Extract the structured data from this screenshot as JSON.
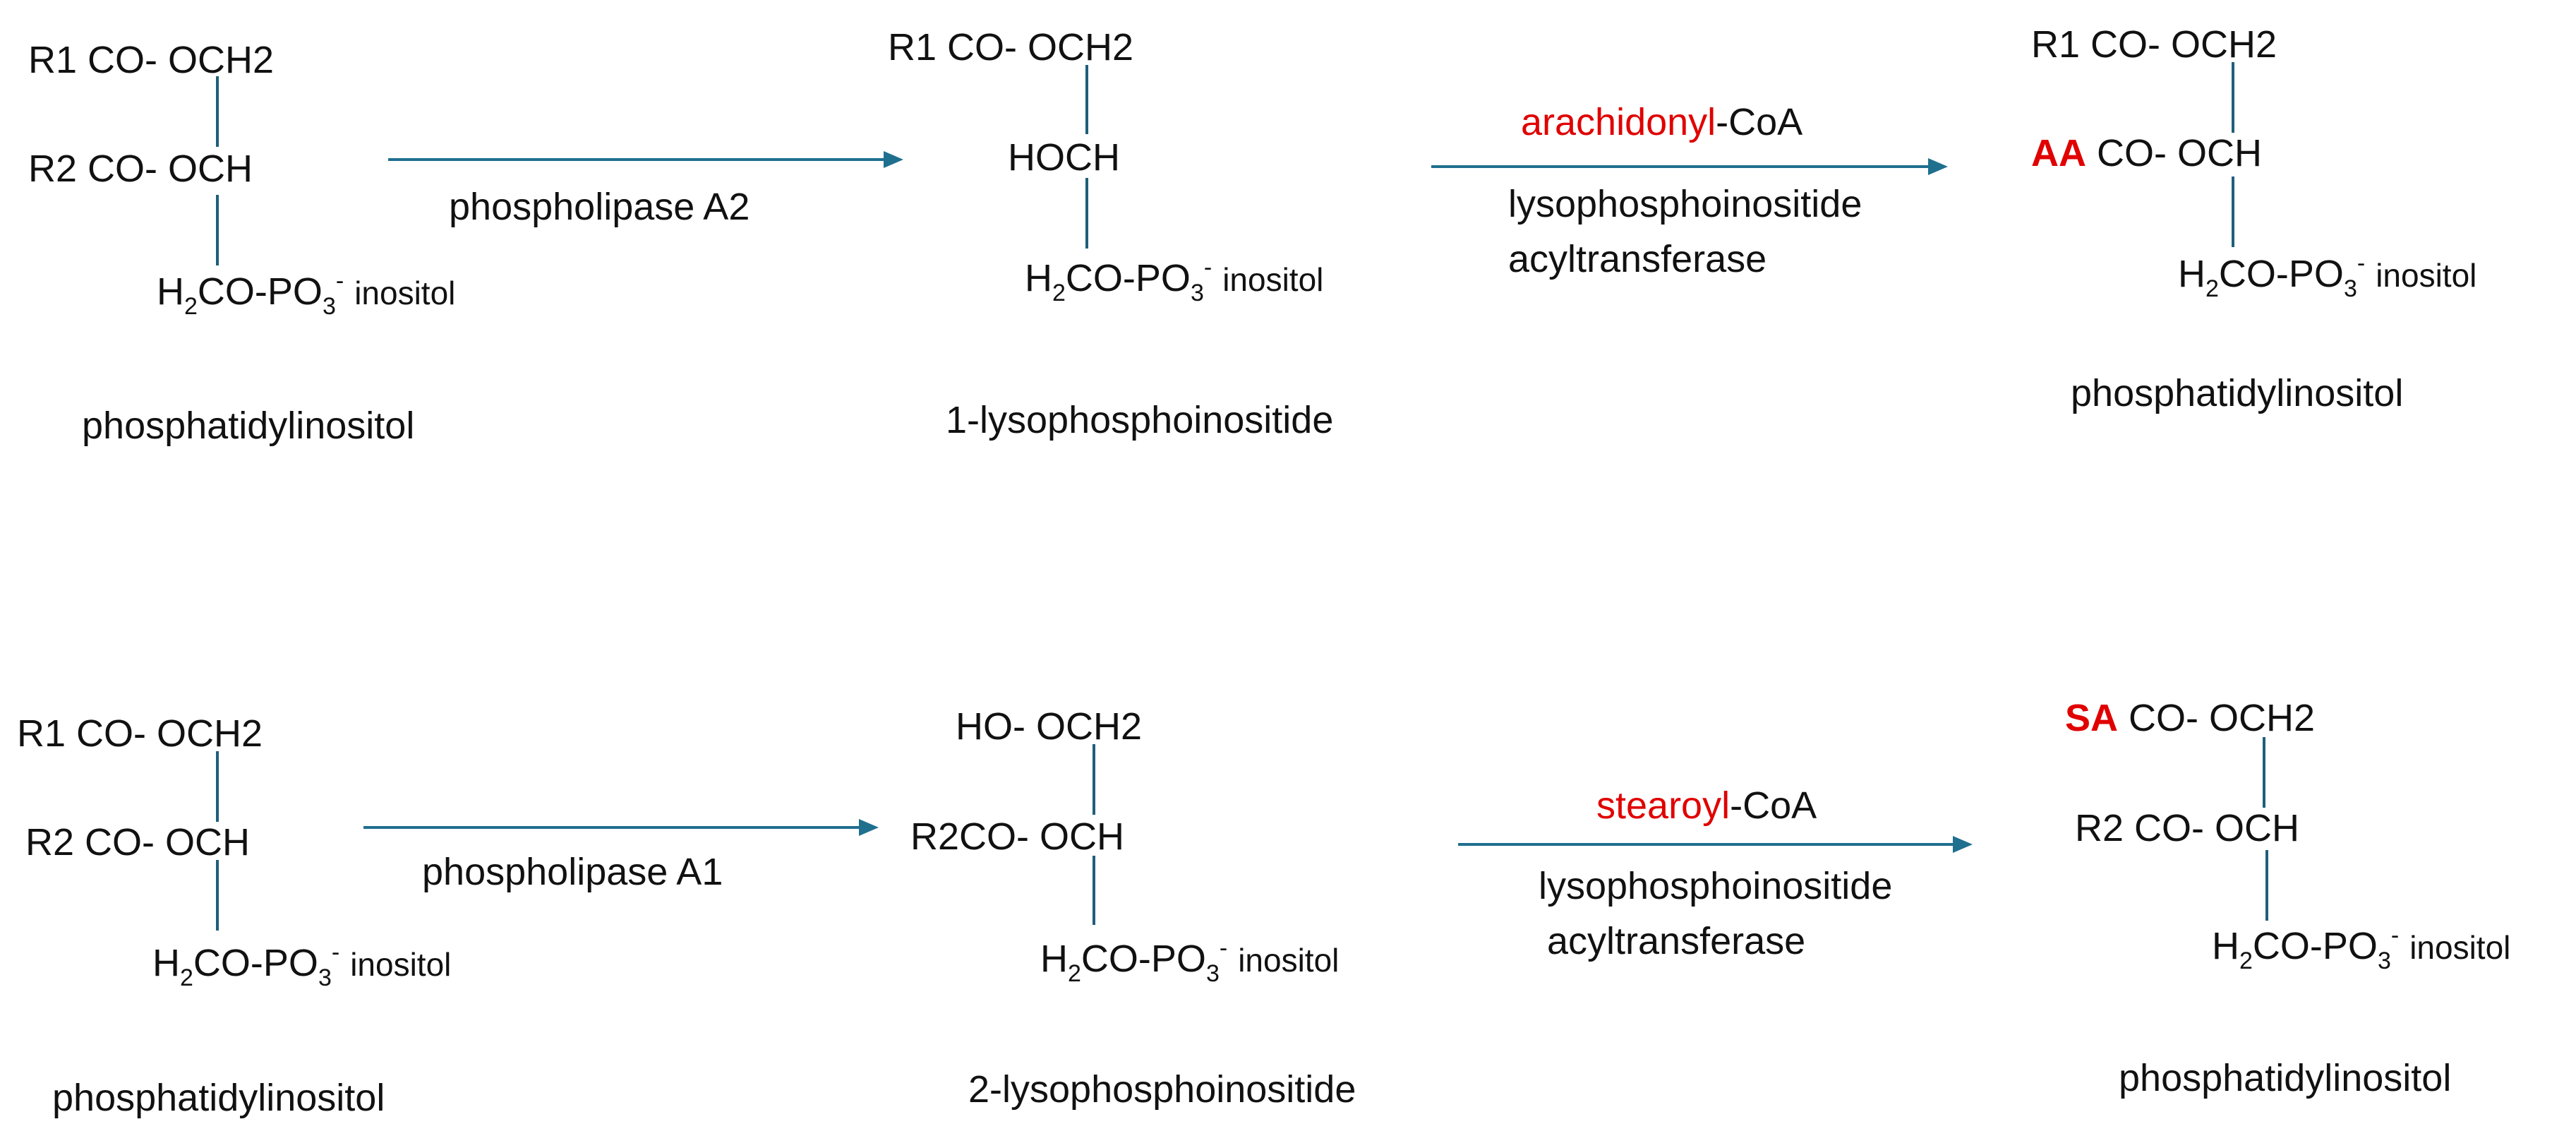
{
  "colors": {
    "bond": "#1f5f7a",
    "arrow": "#1f6f8f",
    "highlight": "#e00000",
    "text": "#111111"
  },
  "top_row": {
    "reactant": {
      "line1": "R1 CO- OCH2",
      "line2": "R2 CO- OCH",
      "phosphate": {
        "h": "H",
        "h_sub": "2",
        "co_po": "CO-PO",
        "po_sub": "3",
        "charge": "-",
        "inositol": "inositol"
      },
      "name": "phosphatidylinositol"
    },
    "step1": {
      "enzyme": "phospholipase A2"
    },
    "intermediate": {
      "line1": "R1 CO- OCH2",
      "line2": "HOCH",
      "phosphate": {
        "h": "H",
        "h_sub": "2",
        "co_po": "CO-PO",
        "po_sub": "3",
        "charge": "-",
        "inositol": "inositol"
      },
      "name": "1-lysophosphoinositide"
    },
    "step2": {
      "substrate_highlight": "arachidonyl",
      "substrate_rest": "-CoA",
      "enzyme_line1": "lysophosphoinositide",
      "enzyme_line2": "acyltransferase"
    },
    "product": {
      "line1": "R1 CO- OCH2",
      "line2_prefix": "AA",
      "line2_rest": " CO- OCH",
      "phosphate": {
        "h": "H",
        "h_sub": "2",
        "co_po": "CO-PO",
        "po_sub": "3",
        "charge": "-",
        "inositol": "inositol"
      },
      "name": "phosphatidylinositol"
    }
  },
  "bottom_row": {
    "reactant": {
      "line1": "R1 CO- OCH2",
      "line2": "R2 CO- OCH",
      "phosphate": {
        "h": "H",
        "h_sub": "2",
        "co_po": "CO-PO",
        "po_sub": "3",
        "charge": "-",
        "inositol": "inositol"
      },
      "name": "phosphatidylinositol"
    },
    "step1": {
      "enzyme": "phospholipase A1"
    },
    "intermediate": {
      "line1": "HO- OCH2",
      "line2": "R2CO- OCH",
      "phosphate": {
        "h": "H",
        "h_sub": "2",
        "co_po": "CO-PO",
        "po_sub": "3",
        "charge": "-",
        "inositol": "inositol"
      },
      "name": "2-lysophosphoinositide"
    },
    "step2": {
      "substrate_highlight": "stearoyl",
      "substrate_rest": "-CoA",
      "enzyme_line1": "lysophosphoinositide",
      "enzyme_line2": "acyltransferase"
    },
    "product": {
      "line1_prefix": "SA",
      "line1_rest": " CO- OCH2",
      "line2": "R2 CO- OCH",
      "phosphate": {
        "h": "H",
        "h_sub": "2",
        "co_po": "CO-PO",
        "po_sub": "3",
        "charge": "-",
        "inositol": "inositol"
      },
      "name": "phosphatidylinositol"
    }
  }
}
